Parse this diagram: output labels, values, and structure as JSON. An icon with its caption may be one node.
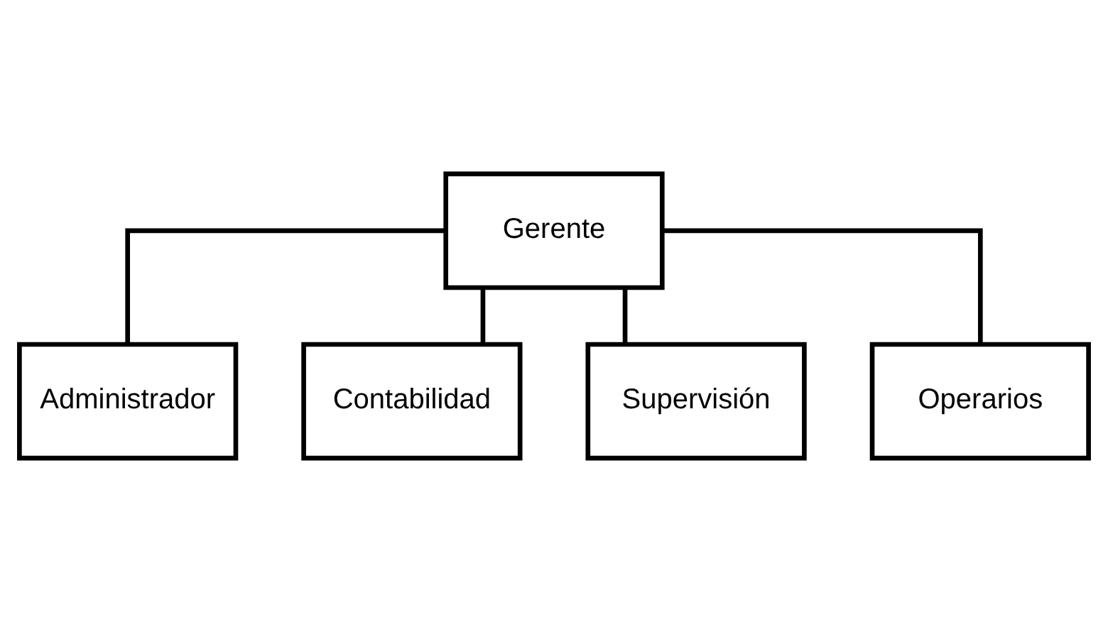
{
  "diagram": {
    "nodes": [
      {
        "text": [
          "Gerente"
        ]
      },
      {
        "text": [
          "Administrador"
        ]
      },
      {
        "text": [
          "Contabilidad"
        ]
      },
      {
        "text": [
          "Supervisión"
        ]
      },
      {
        "text": [
          "Operarios"
        ]
      }
    ],
    "edges": [
      {
        "from": 0,
        "to": 1,
        "arrow": "none"
      },
      {
        "from": 0,
        "to": 2,
        "arrow": "none"
      },
      {
        "from": 0,
        "to": 3,
        "arrow": "none"
      },
      {
        "from": 0,
        "to": 4,
        "arrow": "none"
      }
    ]
  }
}
